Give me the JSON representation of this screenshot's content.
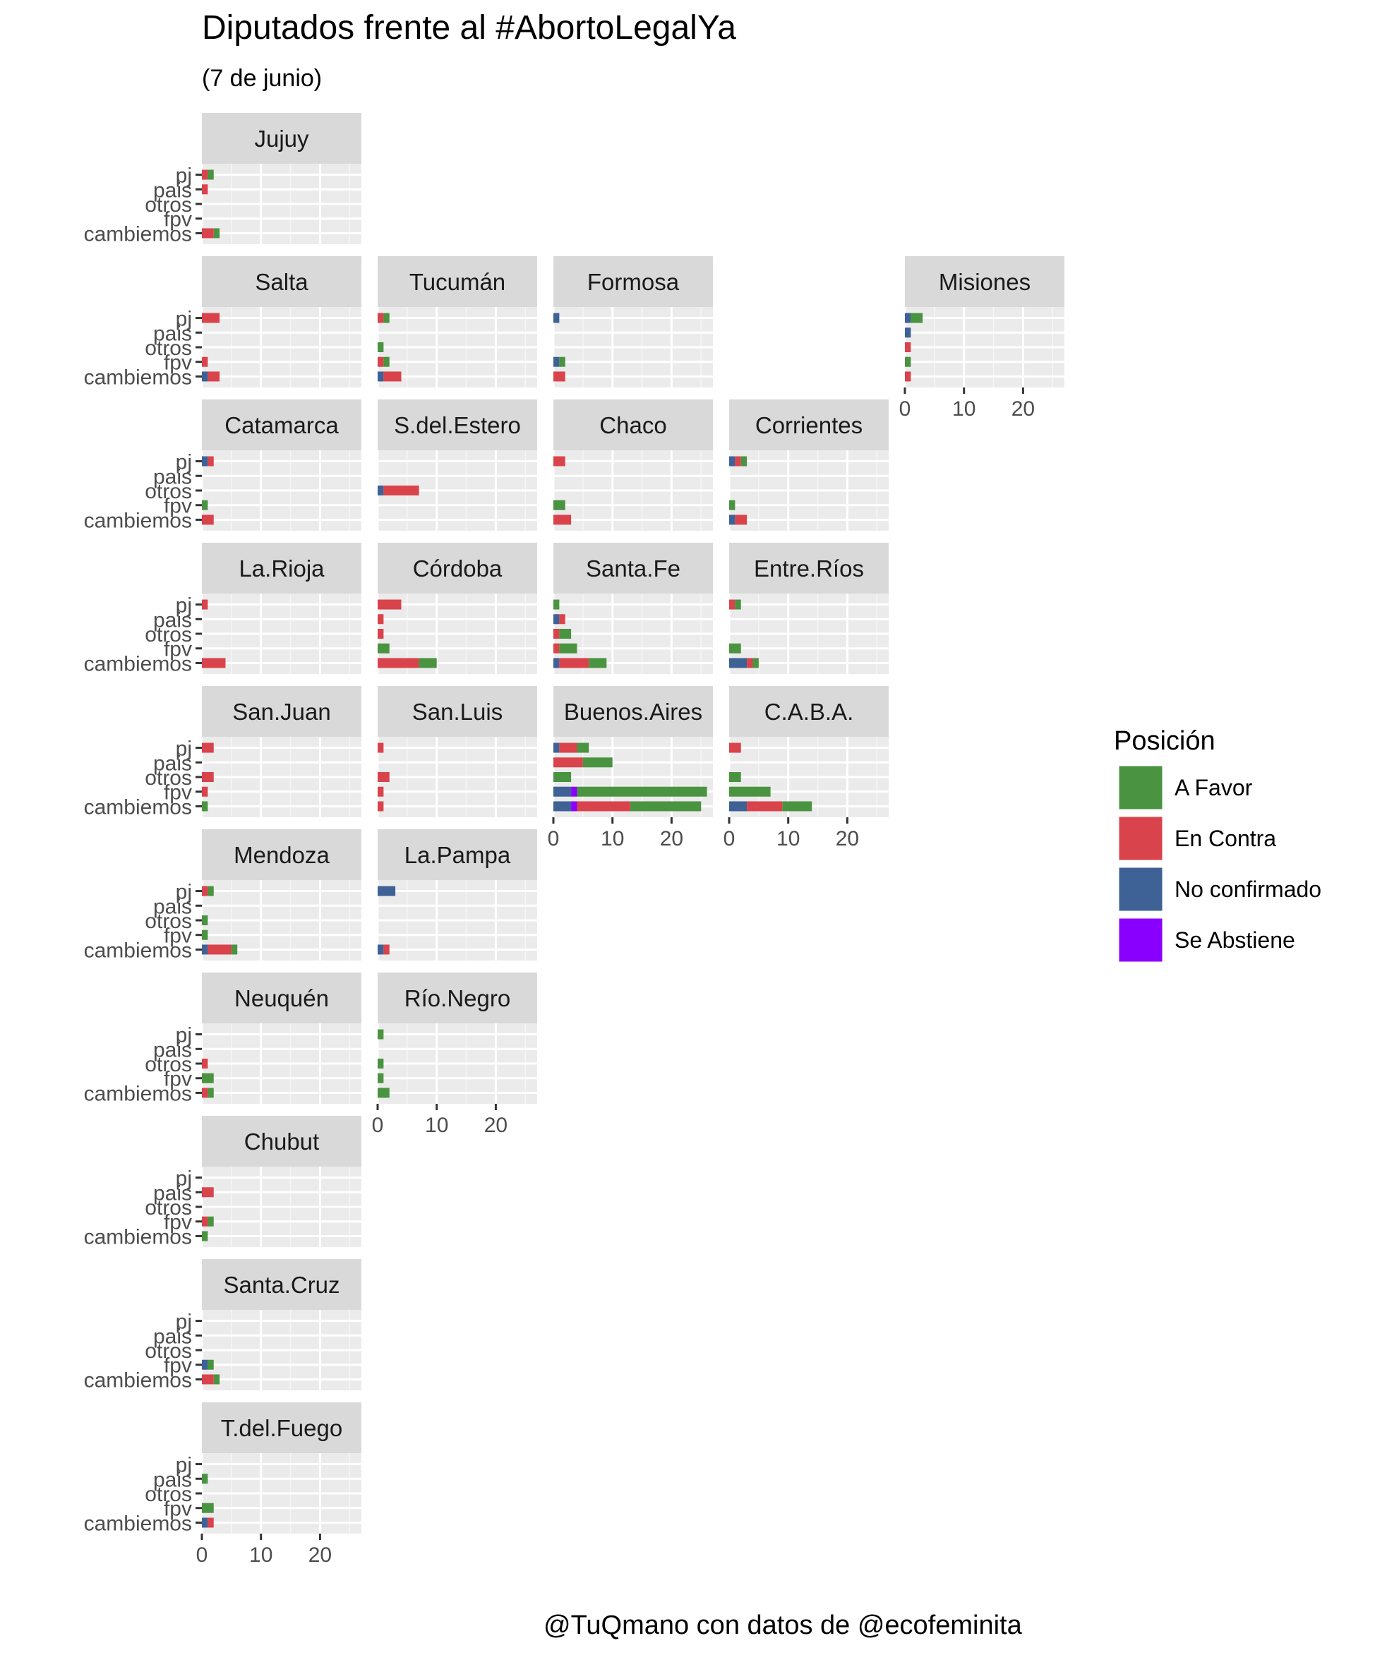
{
  "title": "Diputados frente al #AbortoLegalYa",
  "subtitle": "(7 de junio)",
  "caption": "@TuQmano con datos de @ecofeminita",
  "legend": {
    "title": "Posición",
    "items": [
      {
        "label": "A Favor",
        "color": "#4a9340"
      },
      {
        "label": "En Contra",
        "color": "#d9434b"
      },
      {
        "label": "No confirmado",
        "color": "#3e6196"
      },
      {
        "label": "Se Abstiene",
        "color": "#8a00ff"
      }
    ]
  },
  "chart_data": {
    "type": "bar",
    "orientation": "horizontal",
    "stacked": true,
    "faceted": true,
    "categories": [
      "pj",
      "pais",
      "otros",
      "fpv",
      "cambiemos"
    ],
    "xlim": [
      0,
      27
    ],
    "xticks": [
      0,
      10,
      20
    ],
    "grid": true,
    "legend_position": "right",
    "series_names": [
      "No confirmado",
      "Se Abstiene",
      "En Contra",
      "A Favor"
    ],
    "panels": [
      {
        "name": "Jujuy",
        "row": 0,
        "col": 0,
        "values": {
          "pj": [
            0,
            0,
            1,
            1
          ],
          "pais": [
            0,
            0,
            1,
            0
          ],
          "otros": [
            0,
            0,
            0,
            0
          ],
          "fpv": [
            0,
            0,
            0,
            0
          ],
          "cambiemos": [
            0,
            0,
            2,
            1
          ]
        }
      },
      {
        "name": "Salta",
        "row": 1,
        "col": 0,
        "values": {
          "pj": [
            0,
            0,
            3,
            0
          ],
          "pais": [
            0,
            0,
            0,
            0
          ],
          "otros": [
            0,
            0,
            0,
            0
          ],
          "fpv": [
            0,
            0,
            1,
            0
          ],
          "cambiemos": [
            1,
            0,
            2,
            0
          ]
        }
      },
      {
        "name": "Tucumán",
        "row": 1,
        "col": 1,
        "values": {
          "pj": [
            0,
            0,
            1,
            1
          ],
          "pais": [
            0,
            0,
            0,
            0
          ],
          "otros": [
            0,
            0,
            0,
            1
          ],
          "fpv": [
            0,
            0,
            1,
            1
          ],
          "cambiemos": [
            1,
            0,
            3,
            0
          ]
        }
      },
      {
        "name": "Formosa",
        "row": 1,
        "col": 2,
        "values": {
          "pj": [
            1,
            0,
            0,
            0
          ],
          "pais": [
            0,
            0,
            0,
            0
          ],
          "otros": [
            0,
            0,
            0,
            0
          ],
          "fpv": [
            1,
            0,
            0,
            1
          ],
          "cambiemos": [
            0,
            0,
            2,
            0
          ]
        }
      },
      {
        "name": "Misiones",
        "row": 1,
        "col": 4,
        "values": {
          "pj": [
            1,
            0,
            0,
            2
          ],
          "pais": [
            1,
            0,
            0,
            0
          ],
          "otros": [
            0,
            0,
            1,
            0
          ],
          "fpv": [
            0,
            0,
            0,
            1
          ],
          "cambiemos": [
            0,
            0,
            1,
            0
          ]
        }
      },
      {
        "name": "Catamarca",
        "row": 2,
        "col": 0,
        "values": {
          "pj": [
            1,
            0,
            1,
            0
          ],
          "pais": [
            0,
            0,
            0,
            0
          ],
          "otros": [
            0,
            0,
            0,
            0
          ],
          "fpv": [
            0,
            0,
            0,
            1
          ],
          "cambiemos": [
            0,
            0,
            2,
            0
          ]
        }
      },
      {
        "name": "S.del.Estero",
        "row": 2,
        "col": 1,
        "values": {
          "pj": [
            0,
            0,
            0,
            0
          ],
          "pais": [
            0,
            0,
            0,
            0
          ],
          "otros": [
            1,
            0,
            6,
            0
          ],
          "fpv": [
            0,
            0,
            0,
            0
          ],
          "cambiemos": [
            0,
            0,
            0,
            0
          ]
        }
      },
      {
        "name": "Chaco",
        "row": 2,
        "col": 2,
        "values": {
          "pj": [
            0,
            0,
            2,
            0
          ],
          "pais": [
            0,
            0,
            0,
            0
          ],
          "otros": [
            0,
            0,
            0,
            0
          ],
          "fpv": [
            0,
            0,
            0,
            2
          ],
          "cambiemos": [
            0,
            0,
            3,
            0
          ]
        }
      },
      {
        "name": "Corrientes",
        "row": 2,
        "col": 3,
        "values": {
          "pj": [
            1,
            0,
            1,
            1
          ],
          "pais": [
            0,
            0,
            0,
            0
          ],
          "otros": [
            0,
            0,
            0,
            0
          ],
          "fpv": [
            0,
            0,
            0,
            1
          ],
          "cambiemos": [
            1,
            0,
            2,
            0
          ]
        }
      },
      {
        "name": "La.Rioja",
        "row": 3,
        "col": 0,
        "values": {
          "pj": [
            0,
            0,
            1,
            0
          ],
          "pais": [
            0,
            0,
            0,
            0
          ],
          "otros": [
            0,
            0,
            0,
            0
          ],
          "fpv": [
            0,
            0,
            0,
            0
          ],
          "cambiemos": [
            0,
            0,
            4,
            0
          ]
        }
      },
      {
        "name": "Córdoba",
        "row": 3,
        "col": 1,
        "values": {
          "pj": [
            0,
            0,
            4,
            0
          ],
          "pais": [
            0,
            0,
            1,
            0
          ],
          "otros": [
            0,
            0,
            1,
            0
          ],
          "fpv": [
            0,
            0,
            0,
            2
          ],
          "cambiemos": [
            0,
            0,
            7,
            3
          ]
        }
      },
      {
        "name": "Santa.Fe",
        "row": 3,
        "col": 2,
        "values": {
          "pj": [
            0,
            0,
            0,
            1
          ],
          "pais": [
            1,
            0,
            1,
            0
          ],
          "otros": [
            0,
            0,
            1,
            2
          ],
          "fpv": [
            0,
            0,
            1,
            3
          ],
          "cambiemos": [
            1,
            0,
            5,
            3
          ]
        }
      },
      {
        "name": "Entre.Ríos",
        "row": 3,
        "col": 3,
        "values": {
          "pj": [
            0,
            0,
            1,
            1
          ],
          "pais": [
            0,
            0,
            0,
            0
          ],
          "otros": [
            0,
            0,
            0,
            0
          ],
          "fpv": [
            0,
            0,
            0,
            2
          ],
          "cambiemos": [
            3,
            0,
            1,
            1
          ]
        }
      },
      {
        "name": "San.Juan",
        "row": 4,
        "col": 0,
        "values": {
          "pj": [
            0,
            0,
            2,
            0
          ],
          "pais": [
            0,
            0,
            0,
            0
          ],
          "otros": [
            0,
            0,
            2,
            0
          ],
          "fpv": [
            0,
            0,
            1,
            0
          ],
          "cambiemos": [
            0,
            0,
            0,
            1
          ]
        }
      },
      {
        "name": "San.Luis",
        "row": 4,
        "col": 1,
        "values": {
          "pj": [
            0,
            0,
            1,
            0
          ],
          "pais": [
            0,
            0,
            0,
            0
          ],
          "otros": [
            0,
            0,
            2,
            0
          ],
          "fpv": [
            0,
            0,
            1,
            0
          ],
          "cambiemos": [
            0,
            0,
            1,
            0
          ]
        }
      },
      {
        "name": "Buenos.Aires",
        "row": 4,
        "col": 2,
        "values": {
          "pj": [
            1,
            0,
            3,
            2
          ],
          "pais": [
            0,
            0,
            5,
            5
          ],
          "otros": [
            0,
            0,
            0,
            3
          ],
          "fpv": [
            3,
            1,
            0,
            22
          ],
          "cambiemos": [
            3,
            1,
            9,
            12
          ]
        }
      },
      {
        "name": "C.A.B.A.",
        "row": 4,
        "col": 3,
        "values": {
          "pj": [
            0,
            0,
            2,
            0
          ],
          "pais": [
            0,
            0,
            0,
            0
          ],
          "otros": [
            0,
            0,
            0,
            2
          ],
          "fpv": [
            0,
            0,
            0,
            7
          ],
          "cambiemos": [
            3,
            0,
            6,
            5
          ]
        }
      },
      {
        "name": "Mendoza",
        "row": 5,
        "col": 0,
        "values": {
          "pj": [
            0,
            0,
            1,
            1
          ],
          "pais": [
            0,
            0,
            0,
            0
          ],
          "otros": [
            0,
            0,
            0,
            1
          ],
          "fpv": [
            0,
            0,
            0,
            1
          ],
          "cambiemos": [
            1,
            0,
            4,
            1
          ]
        }
      },
      {
        "name": "La.Pampa",
        "row": 5,
        "col": 1,
        "values": {
          "pj": [
            3,
            0,
            0,
            0
          ],
          "pais": [
            0,
            0,
            0,
            0
          ],
          "otros": [
            0,
            0,
            0,
            0
          ],
          "fpv": [
            0,
            0,
            0,
            0
          ],
          "cambiemos": [
            1,
            0,
            1,
            0
          ]
        }
      },
      {
        "name": "Neuquén",
        "row": 6,
        "col": 0,
        "values": {
          "pj": [
            0,
            0,
            0,
            0
          ],
          "pais": [
            0,
            0,
            0,
            0
          ],
          "otros": [
            0,
            0,
            1,
            0
          ],
          "fpv": [
            0,
            0,
            0,
            2
          ],
          "cambiemos": [
            0,
            0,
            1,
            1
          ]
        }
      },
      {
        "name": "Río.Negro",
        "row": 6,
        "col": 1,
        "values": {
          "pj": [
            0,
            0,
            0,
            1
          ],
          "pais": [
            0,
            0,
            0,
            0
          ],
          "otros": [
            0,
            0,
            0,
            1
          ],
          "fpv": [
            0,
            0,
            0,
            1
          ],
          "cambiemos": [
            0,
            0,
            0,
            2
          ]
        }
      },
      {
        "name": "Chubut",
        "row": 7,
        "col": 0,
        "values": {
          "pj": [
            0,
            0,
            0,
            0
          ],
          "pais": [
            0,
            0,
            2,
            0
          ],
          "otros": [
            0,
            0,
            0,
            0
          ],
          "fpv": [
            0,
            0,
            1,
            1
          ],
          "cambiemos": [
            0,
            0,
            0,
            1
          ]
        }
      },
      {
        "name": "Santa.Cruz",
        "row": 8,
        "col": 0,
        "values": {
          "pj": [
            0,
            0,
            0,
            0
          ],
          "pais": [
            0,
            0,
            0,
            0
          ],
          "otros": [
            0,
            0,
            0,
            0
          ],
          "fpv": [
            1,
            0,
            0,
            1
          ],
          "cambiemos": [
            0,
            0,
            2,
            1
          ]
        }
      },
      {
        "name": "T.del.Fuego",
        "row": 9,
        "col": 0,
        "values": {
          "pj": [
            0,
            0,
            0,
            0
          ],
          "pais": [
            0,
            0,
            0,
            1
          ],
          "otros": [
            0,
            0,
            0,
            0
          ],
          "fpv": [
            0,
            0,
            0,
            2
          ],
          "cambiemos": [
            1,
            0,
            1,
            0
          ]
        }
      }
    ],
    "x_axis_panels": [
      "Misiones",
      "Buenos.Aires",
      "C.A.B.A.",
      "Río.Negro",
      "T.del.Fuego"
    ]
  }
}
